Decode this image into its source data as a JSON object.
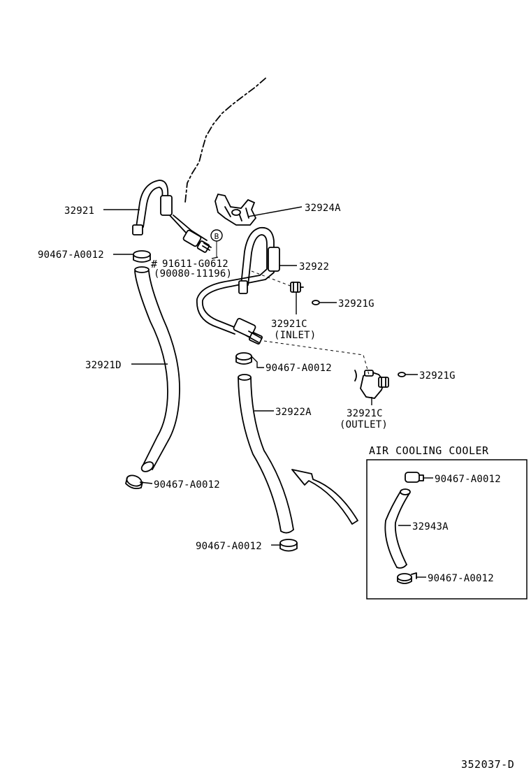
{
  "diagram_id": "352037-D",
  "inset_title": "AIR COOLING COOLER",
  "callout_letter": "B",
  "hash_mark": "#",
  "labels": {
    "p32921": "32921",
    "p90467_a": "90467-A0012",
    "p91611": "91611-G0612",
    "p90080": "(90080-11196)",
    "p32924A": "32924A",
    "p32922": "32922",
    "p32921G_a": "32921G",
    "p32921C_inlet": "32921C",
    "inlet": "(INLET)",
    "p32921D": "32921D",
    "p90467_b": "90467-A0012",
    "p32921G_b": "32921G",
    "p32921C_outlet": "32921C",
    "outlet": "(OUTLET)",
    "p32922A": "32922A",
    "p90467_c": "90467-A0012",
    "p90467_d": "90467-A0012",
    "p90467_e": "90467-A0012",
    "p32943A": "32943A",
    "p90467_f": "90467-A0012"
  }
}
